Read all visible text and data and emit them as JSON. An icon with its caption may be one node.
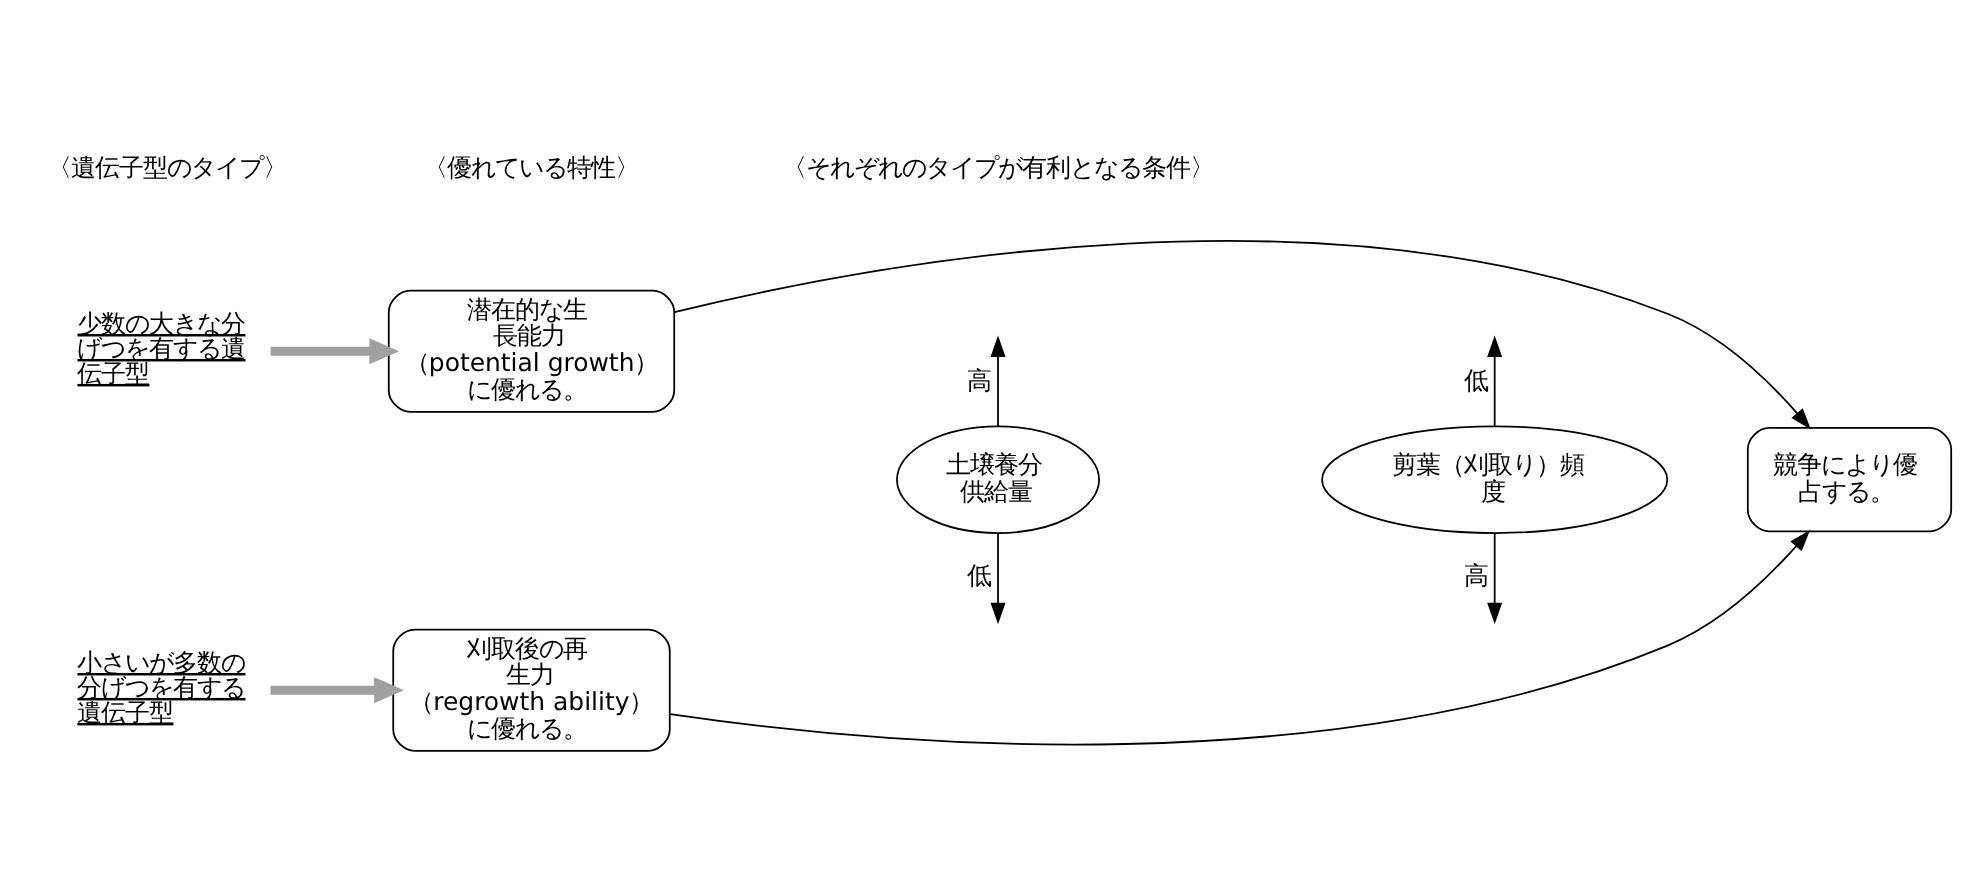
{
  "diagram": {
    "nodes": [
      {
        "text": [
          "少数の大きな分げつを有する遺伝子型"
        ]
      },
      {
        "text": [
          "潜在的な生長能力（potential growth）に優れる。"
        ]
      },
      {
        "text": [
          "小さいが多数の分げつを有する遺伝子型"
        ]
      },
      {
        "text": [
          "刈取後の再生力（regrowth ability）に優れる。"
        ]
      },
      {
        "text": [
          "土壌養分供給量"
        ]
      },
      {
        "text": [
          "剪葉（刈取り）頻度"
        ]
      },
      {
        "text": [
          "競争により優占する。"
        ]
      }
    ],
    "edges": [
      {
        "from": 0,
        "to": 1,
        "arrow": "to",
        "style": "thick",
        "color": "#a0a0a0"
      },
      {
        "from": 2,
        "to": 3,
        "arrow": "to",
        "style": "thick",
        "color": "#a0a0a0"
      },
      {
        "from": 1,
        "to": 6,
        "arrow": "to"
      },
      {
        "from": 3,
        "to": 6,
        "arrow": "to"
      },
      {
        "from": 4,
        "to": null,
        "arrow": "to",
        "label": "高"
      },
      {
        "from": 4,
        "to": null,
        "arrow": "to",
        "label": "低"
      },
      {
        "from": 5,
        "to": null,
        "arrow": "to",
        "label": "低"
      },
      {
        "from": 5,
        "to": null,
        "arrow": "to",
        "label": "高"
      }
    ],
    "labels": [
      "〈遺伝子型のタイプ〉",
      "〈優れている特性〉",
      "〈それぞれのタイプが有利となる条件〉"
    ]
  }
}
